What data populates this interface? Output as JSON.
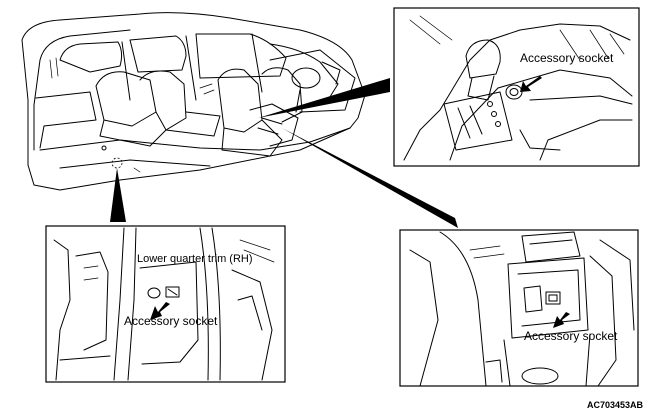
{
  "callouts": {
    "shifter_label": "Accessory socket",
    "quarter_trim_label": "Lower quarter trim (RH)",
    "quarter_socket_label": "Accessory socket",
    "console_label": "Accessory socket"
  },
  "figure_code": "AC703453AB",
  "colors": {
    "line": "#000000",
    "background": "#ffffff"
  }
}
